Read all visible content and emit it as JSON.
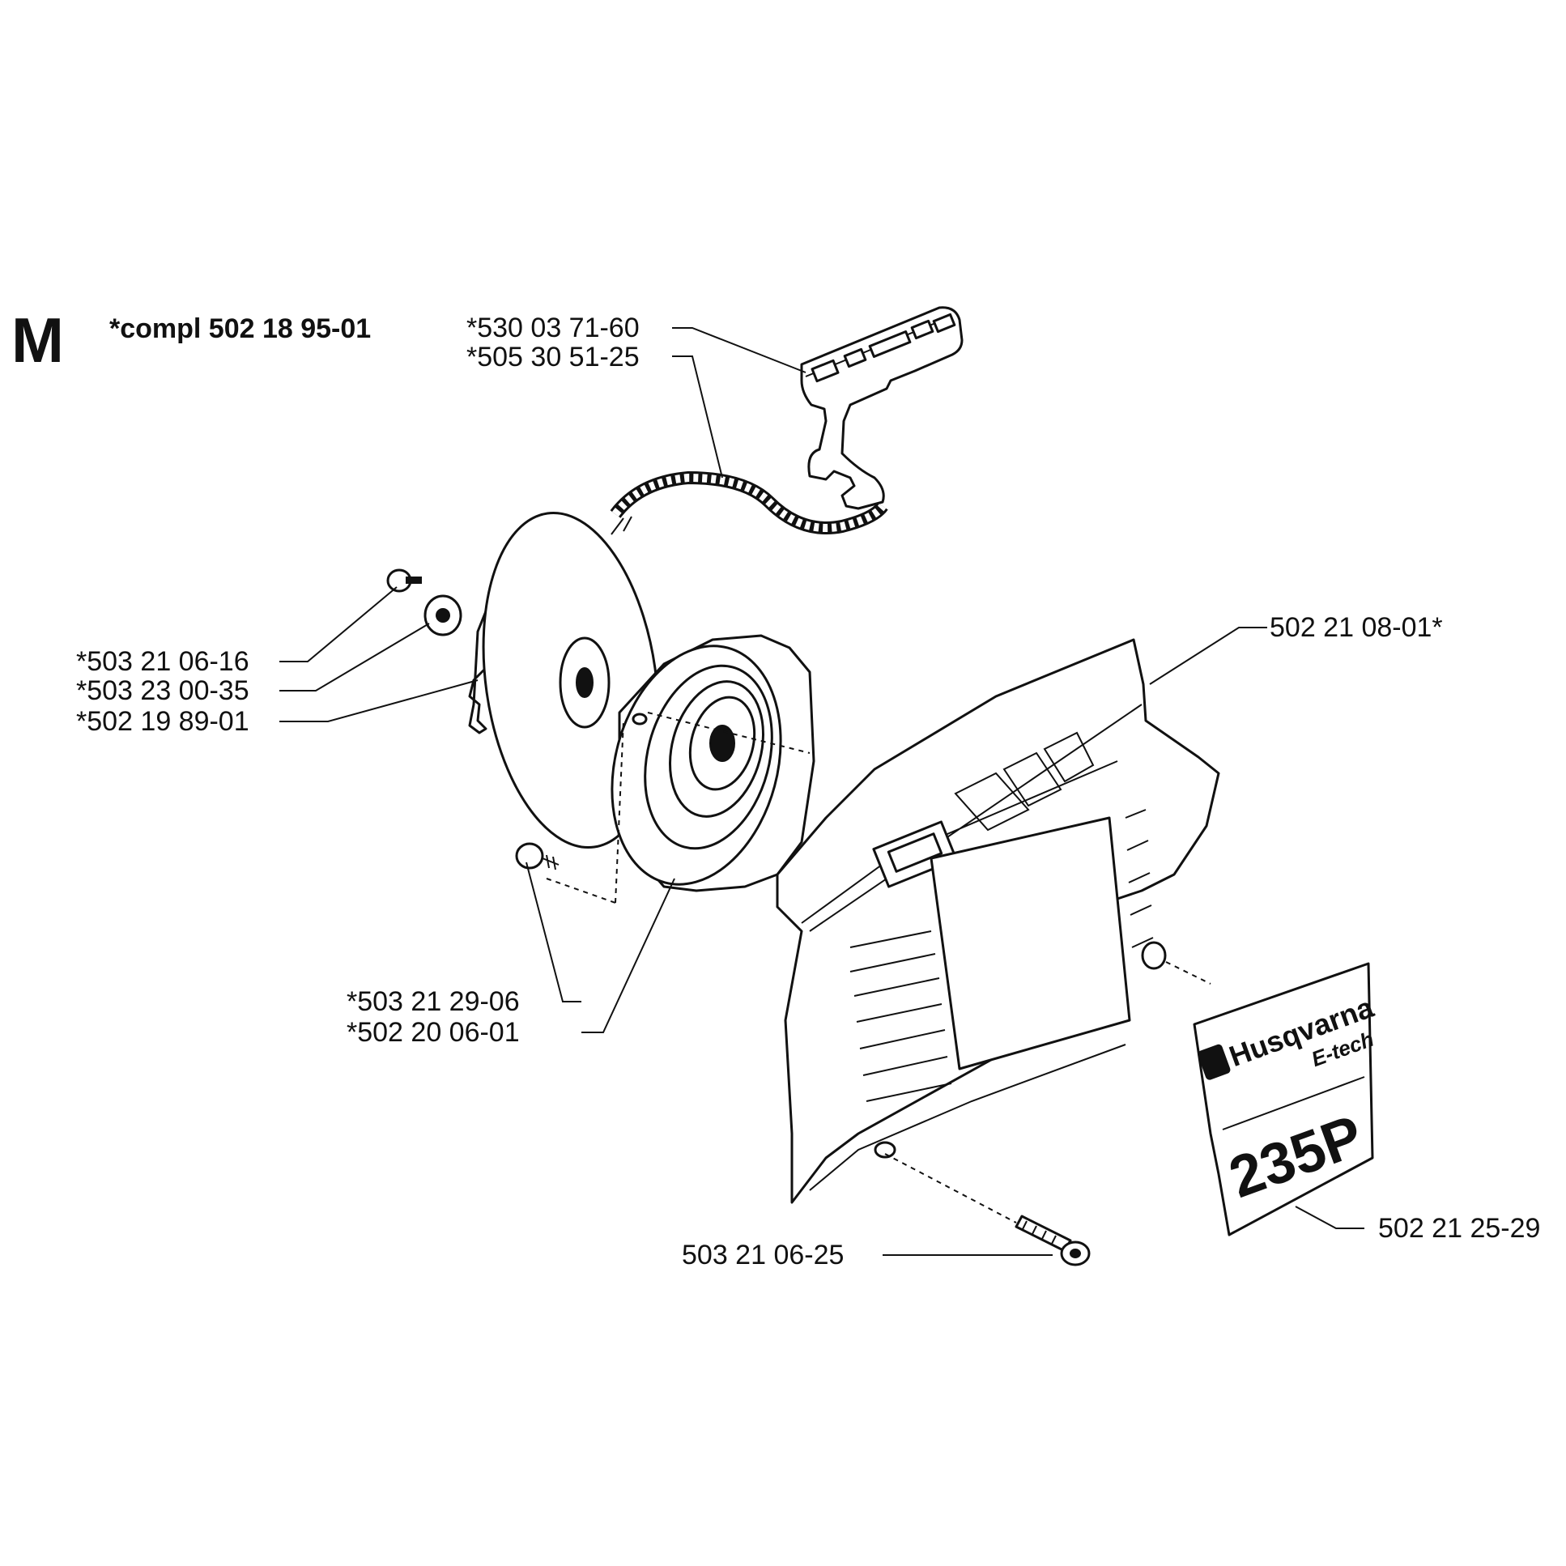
{
  "header": {
    "section_letter": "M",
    "complete_kit": "*compl 502 18 95-01"
  },
  "parts": [
    {
      "id": "starter-handle",
      "number": "*530 03 71-60"
    },
    {
      "id": "starter-rope",
      "number": "*505 30 51-25"
    },
    {
      "id": "pulley-screw",
      "number": "*503 21 06-16"
    },
    {
      "id": "washer",
      "number": "*503 23 00-35"
    },
    {
      "id": "rope-pulley",
      "number": "*502 19 89-01"
    },
    {
      "id": "starter-housing",
      "number": "502 21 08-01*"
    },
    {
      "id": "spring-screw",
      "number": "*503 21 29-06"
    },
    {
      "id": "recoil-spring-cassette",
      "number": "*502 20 06-01"
    },
    {
      "id": "housing-screw",
      "number": "503 21 06-25"
    },
    {
      "id": "decal",
      "number": "502 21 25-29"
    }
  ],
  "decal": {
    "brand": "Husqvarna",
    "line": "E-tech",
    "model": "235P"
  }
}
